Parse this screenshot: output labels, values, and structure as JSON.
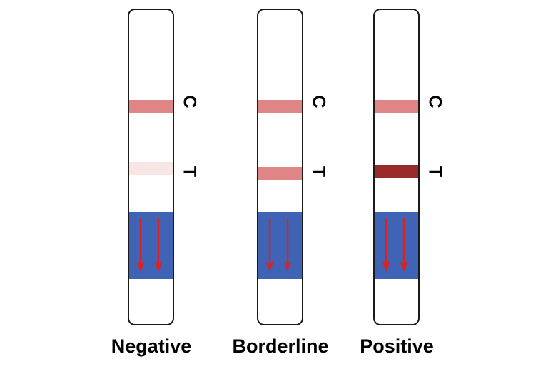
{
  "colors": {
    "control_band": "#df8585",
    "test_negative": "#f8e6e6",
    "test_borderline": "#df8585",
    "test_positive": "#982a2a",
    "sample_pad": "#3f64b5",
    "flow_arrow": "#e02020",
    "strip_outline": "#1a1a1a"
  },
  "line_labels": {
    "control": "C",
    "test": "T"
  },
  "strips": [
    {
      "result_label": "Negative",
      "test_band_color": "#f8e6e6",
      "arrow_icon": "arrow-down-icon"
    },
    {
      "result_label": "Borderline",
      "test_band_color": "#df8585",
      "arrow_icon": "arrow-down-icon"
    },
    {
      "result_label": "Positive",
      "test_band_color": "#982a2a",
      "arrow_icon": "arrow-down-icon"
    }
  ]
}
